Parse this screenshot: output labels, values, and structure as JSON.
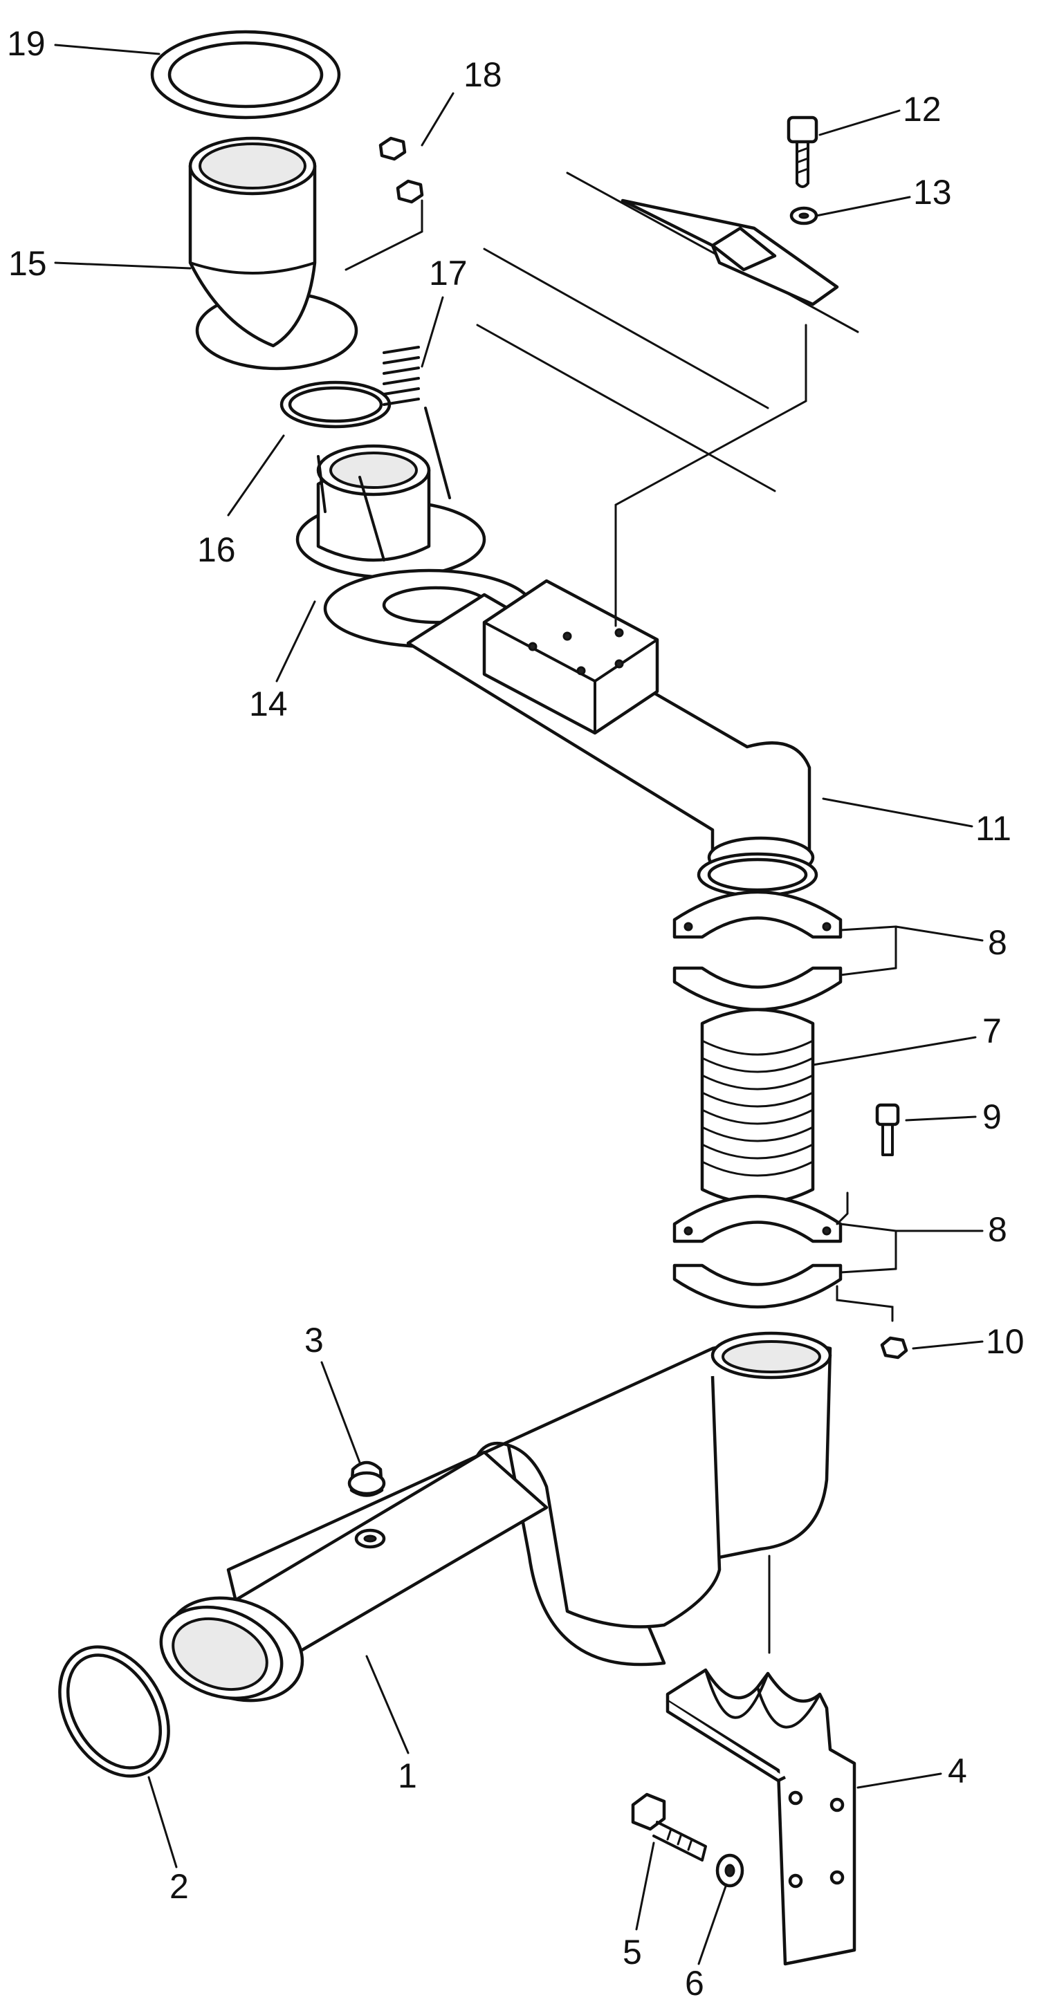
{
  "labels": [
    {
      "id": "1",
      "text": "1"
    },
    {
      "id": "2",
      "text": "2"
    },
    {
      "id": "3",
      "text": "3"
    },
    {
      "id": "4",
      "text": "4"
    },
    {
      "id": "5",
      "text": "5"
    },
    {
      "id": "6",
      "text": "6"
    },
    {
      "id": "7",
      "text": "7"
    },
    {
      "id": "8a",
      "text": "8"
    },
    {
      "id": "8b",
      "text": "8"
    },
    {
      "id": "9",
      "text": "9"
    },
    {
      "id": "10",
      "text": "10"
    },
    {
      "id": "11",
      "text": "11"
    },
    {
      "id": "12",
      "text": "12"
    },
    {
      "id": "13",
      "text": "13"
    },
    {
      "id": "14",
      "text": "14"
    },
    {
      "id": "15",
      "text": "15"
    },
    {
      "id": "16",
      "text": "16"
    },
    {
      "id": "17",
      "text": "17"
    },
    {
      "id": "18",
      "text": "18"
    },
    {
      "id": "19",
      "text": "19"
    }
  ]
}
